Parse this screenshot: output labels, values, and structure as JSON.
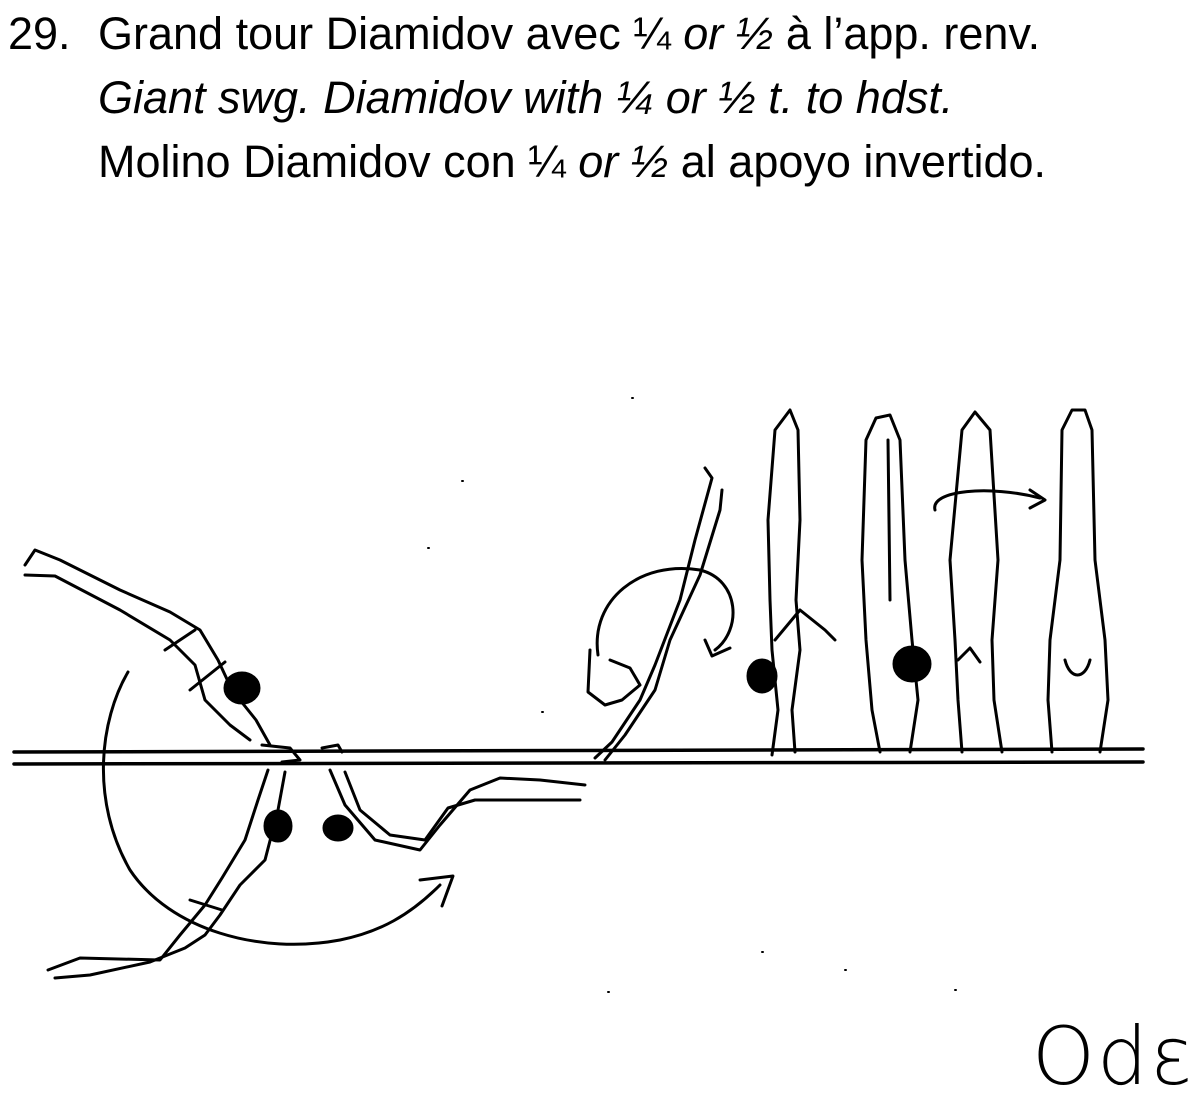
{
  "element": {
    "number": "29.",
    "line_fr": {
      "part1": "Grand tour Diamidov avec ¼ ",
      "part2": "or ½",
      "part3": " à l’app. renv."
    },
    "line_en": "Giant swg. Diamidov with ¼ or ½ t. to hdst.",
    "line_es": {
      "part1": "Molino Diamidov con ¼ ",
      "part2": "or ½",
      "part3": " al apoyo invertido."
    }
  },
  "value_mark": "Odε",
  "colors": {
    "ink": "#000000",
    "background": "#ffffff"
  }
}
